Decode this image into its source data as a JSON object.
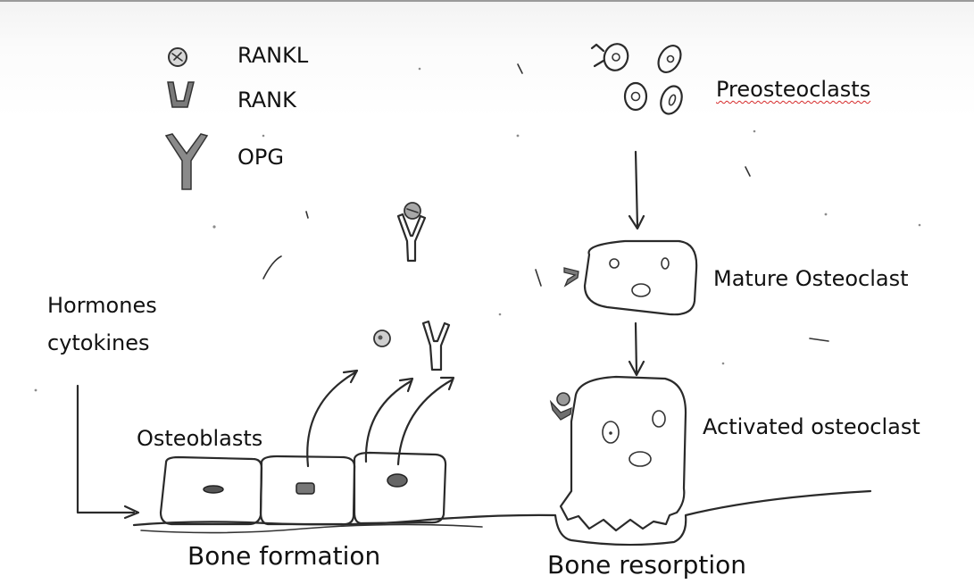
{
  "legend": {
    "items": [
      {
        "label": "RANKL",
        "icon": "rankl-icon"
      },
      {
        "label": "RANK",
        "icon": "rank-icon"
      },
      {
        "label": "OPG",
        "icon": "opg-icon"
      }
    ]
  },
  "labels": {
    "preosteoclasts": "Preosteoclasts",
    "mature_osteoclast": "Mature Osteoclast",
    "activated_osteoclast": "Activated osteoclast",
    "hormones": "Hormones",
    "cytokines": "cytokines",
    "osteoblasts": "Osteoblasts",
    "bone_formation": "Bone formation",
    "bone_resorption": "Bone resorption"
  },
  "colors": {
    "ink": "#2a2a2a",
    "spellcheck_underline": "#d62b2b",
    "background": "#ffffff"
  }
}
